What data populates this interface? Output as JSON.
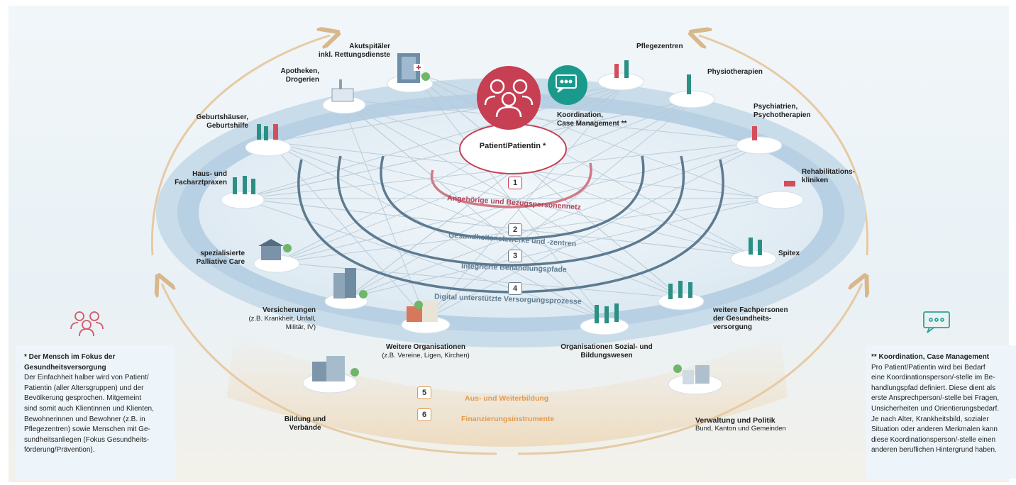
{
  "center": {
    "patient_label": "Patient/Patientin *",
    "coordination_label": "Koordination,\nCase Management **"
  },
  "nodes": [
    {
      "id": "akutspitaeler",
      "label": "Akutspitäler\ninkl. Rettungsdienste"
    },
    {
      "id": "apotheken",
      "label": "Apotheken,\nDrogerien"
    },
    {
      "id": "geburtshaeuser",
      "label": "Geburtshäuser,\nGeburtshilfe"
    },
    {
      "id": "hausarzt",
      "label": "Haus- und\nFacharztpraxen"
    },
    {
      "id": "palliative",
      "label": "spezialisierte\nPalliative Care"
    },
    {
      "id": "versicherungen",
      "label": "Versicherungen",
      "sub": "(z.B. Krankheit, Unfall,\nMilitär, IV)"
    },
    {
      "id": "weitere_org",
      "label": "Weitere Organisationen",
      "sub": "(z.B. Vereine, Ligen, Kirchen)"
    },
    {
      "id": "sozial",
      "label": "Organisationen Sozial- und\nBildungswesen"
    },
    {
      "id": "fachpersonen",
      "label": "weitere Fachpersonen\nder Gesundheits-\nversorgung"
    },
    {
      "id": "spitex",
      "label": "Spitex"
    },
    {
      "id": "reha",
      "label": "Rehabilitations-\nkliniken"
    },
    {
      "id": "psychiatrien",
      "label": "Psychiatrien,\nPsychotherapien"
    },
    {
      "id": "physio",
      "label": "Physiotherapien"
    },
    {
      "id": "pflegezentren",
      "label": "Pflegezentren"
    },
    {
      "id": "bildung",
      "label": "Bildung und\nVerbände"
    },
    {
      "id": "verwaltung",
      "label": "Verwaltung und Politik",
      "sub": "Bund, Kanton und Gemeinden"
    }
  ],
  "rings": [
    {
      "number": "1",
      "label": "Angehörige und Bezugspersonennetz"
    },
    {
      "number": "2",
      "label": "Gesundheitsnetzwerke und -zentren"
    },
    {
      "number": "3",
      "label": "Integrierte Behandlungspfade"
    },
    {
      "number": "4",
      "label": "Digital unterstützte Versorgungsprozesse"
    },
    {
      "number": "5",
      "label": "Aus- und Weiterbildung"
    },
    {
      "number": "6",
      "label": "Finanzierungsinstrumente"
    }
  ],
  "left_panel": {
    "title": "* Der Mensch im Fokus der\nGesundheitsversorgung",
    "body": "Der Einfachheit halber wird von Patient/\nPatientin (aller Altersgruppen) und der\nBevölkerung gesprochen. Mitgemeint\nsind somit auch Klientinnen und Klienten,\nBewohnerinnen und Bewohner (z.B. in\nPflegezentren) sowie Menschen mit Ge-\nsundheitsanliegen (Fokus Gesundheits-\nförderung/Prävention)."
  },
  "right_panel": {
    "title": "** Koordination, Case Management",
    "body": "Pro Patient/Patientin wird bei Bedarf\neine Koordinationsperson/-stelle im Be-\nhandlungspfad definiert. Diese dient als\nerste Ansprechperson/-stelle bei Fragen,\nUnsicherheiten und Orientierungsbedarf.\nJe nach Alter, Krankheitsbild, sozialer\nSituation oder anderen Merkmalen kann\ndiese Koordinationsperson/-stelle einen\nanderen beruflichen Hintergrund haben."
  },
  "colors": {
    "patient_red": "#c63f52",
    "coordination_teal": "#1a9a8c",
    "ring_blue": "#bcd4e4",
    "outer_orange": "#e39a4e",
    "panel_bg": "#eef5fa"
  }
}
